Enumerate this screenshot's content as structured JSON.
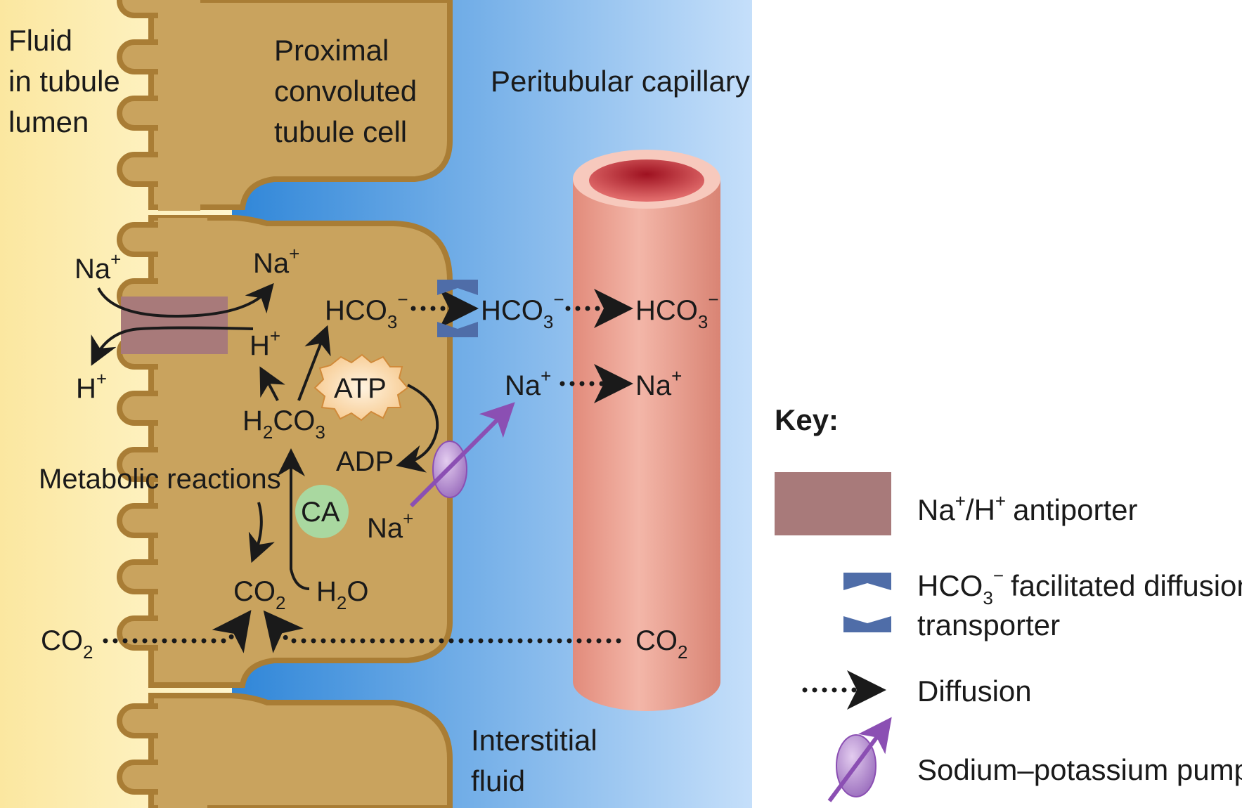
{
  "labels": {
    "lumen": [
      "Fluid",
      "in tubule",
      "lumen"
    ],
    "cell": [
      "Proximal",
      "convoluted",
      "tubule cell"
    ],
    "capillary": "Peritubular capillary",
    "interstitial": [
      "Interstitial",
      "fluid"
    ],
    "metabolic": "Metabolic reactions",
    "atp": "ATP",
    "adp": "ADP",
    "ca": "CA"
  },
  "chem": {
    "na": "Na",
    "h": "H",
    "plus": "+",
    "minus": "−",
    "hco": "HCO",
    "h2co3_h": "H",
    "h2co3_co": "CO",
    "co": "CO",
    "h2o_h": "H",
    "h2o_o": "O",
    "sub2": "2",
    "sub3": "3"
  },
  "key": {
    "title": "Key:",
    "antiporter": "antiporter",
    "hco3_transporter": [
      "facilitated diffusion",
      "transporter"
    ],
    "diffusion": "Diffusion",
    "pump": "Sodium–potassium pump",
    "slash": "/"
  },
  "colors": {
    "lumen": "#fbe9a6",
    "cell": "#c9a35e",
    "cell_edge": "#a97d35",
    "interstitial": "#4a95d8",
    "capillary": "#e8a093",
    "antiporter": "#a87a7a",
    "transporter": "#4f6da8",
    "pump": "#a77bc4",
    "ca": "#a9d8a0"
  }
}
